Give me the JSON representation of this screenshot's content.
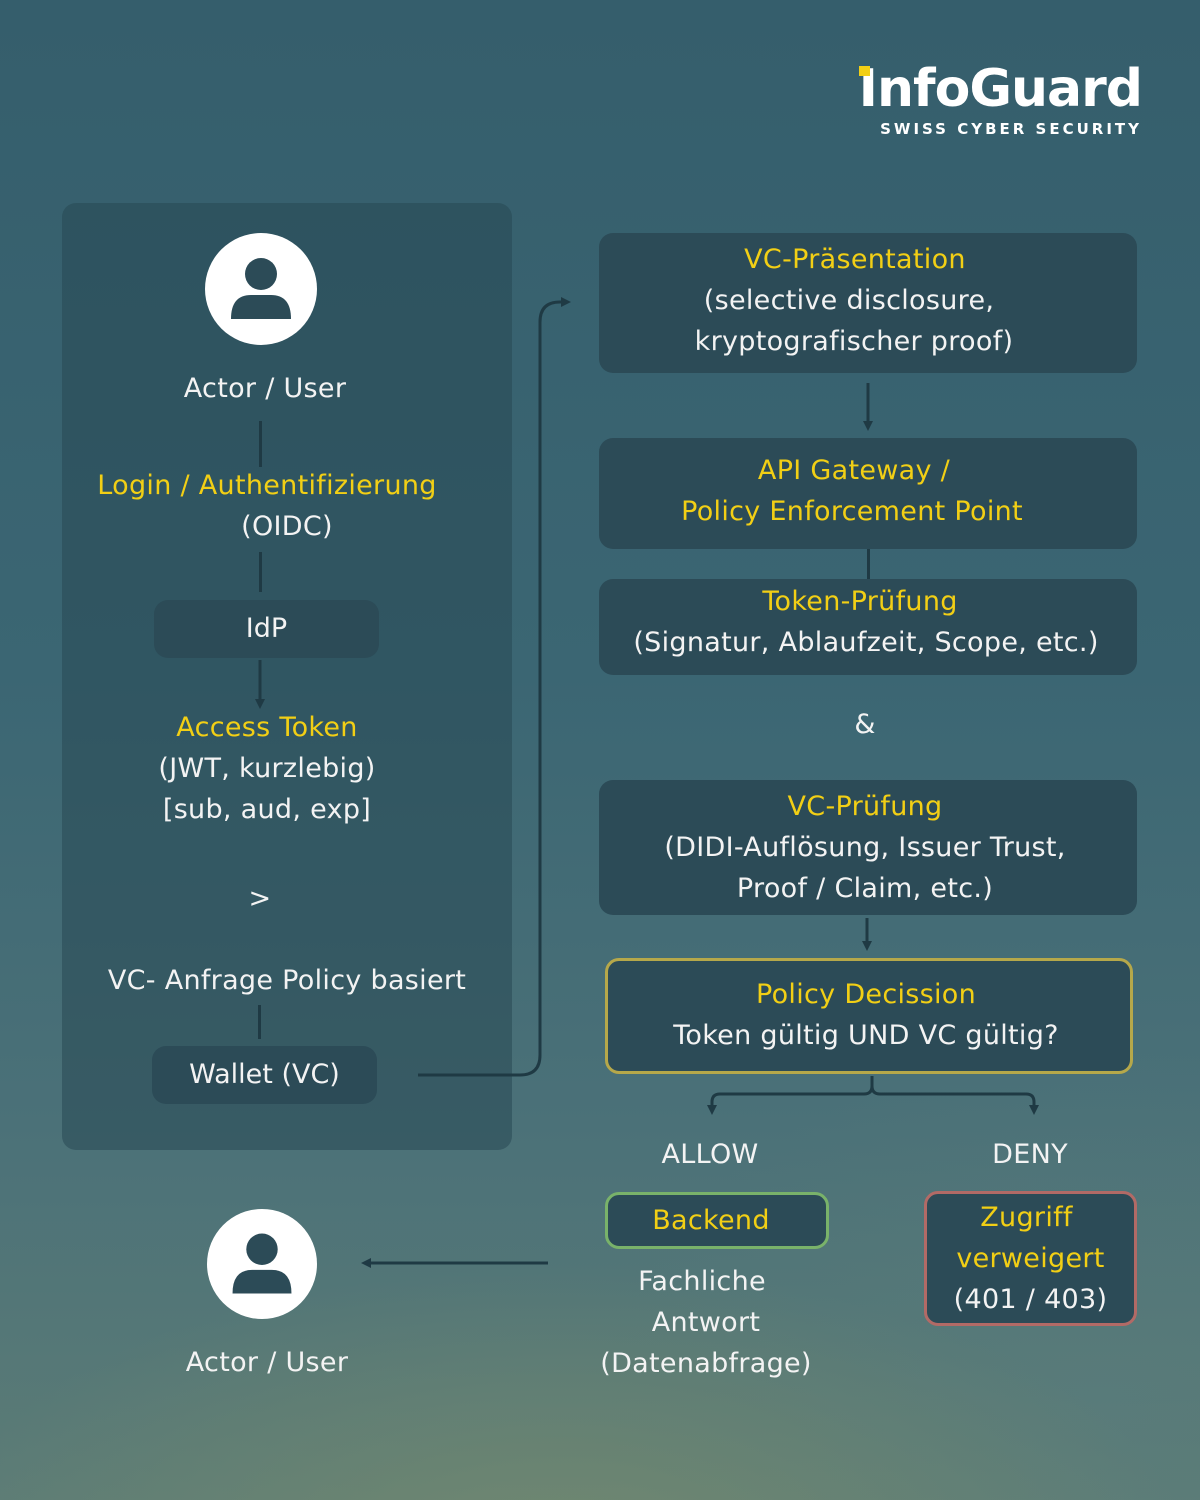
{
  "logo": {
    "name": "InfoGuard",
    "tagline": "SWISS CYBER SECURITY"
  },
  "left": {
    "actor_top": "Actor / User",
    "login_title": "Login / Authentifizierung",
    "login_sub": "(OIDC)",
    "idp": "IdP",
    "token_title": "Access Token",
    "token_line1": "(JWT, kurzlebig)",
    "token_line2": "[sub, aud, exp]",
    "gt": ">",
    "vc_request": "VC- Anfrage Policy basiert",
    "wallet": "Wallet (VC)"
  },
  "right": {
    "vc_presentation": {
      "title": "VC-Präsentation",
      "line1": "(selective disclosure,",
      "line2": "kryptografischer proof)"
    },
    "gateway": {
      "line1": "API Gateway /",
      "line2": "Policy Enforcement Point"
    },
    "token_check": {
      "title": "Token-Prüfung",
      "line1": "(Signatur, Ablaufzeit, Scope, etc.)"
    },
    "ampersand": "&",
    "vc_check": {
      "title": "VC-Prüfung",
      "line1": "(DIDI-Auflösung, Issuer Trust,",
      "line2": "Proof / Claim, etc.)"
    },
    "decision": {
      "title": "Policy Decission",
      "line1": "Token gültig UND VC gültig?"
    },
    "allow": "ALLOW",
    "deny": "DENY",
    "backend": "Backend",
    "answer_line1": "Fachliche",
    "answer_line2": "Antwort",
    "answer_line3": "(Datenabfrage)",
    "denied_line1": "Zugriff",
    "denied_line2": "verweigert",
    "denied_line3": "(401 / 403)"
  },
  "actor_bottom": "Actor / User",
  "colors": {
    "accent_yellow": "#f2cf15",
    "box_fill": "#2c4b57",
    "decision_border": "#b6a84a",
    "backend_border": "#79b26a",
    "deny_border": "#b26a66",
    "connector": "#1f3a44"
  }
}
